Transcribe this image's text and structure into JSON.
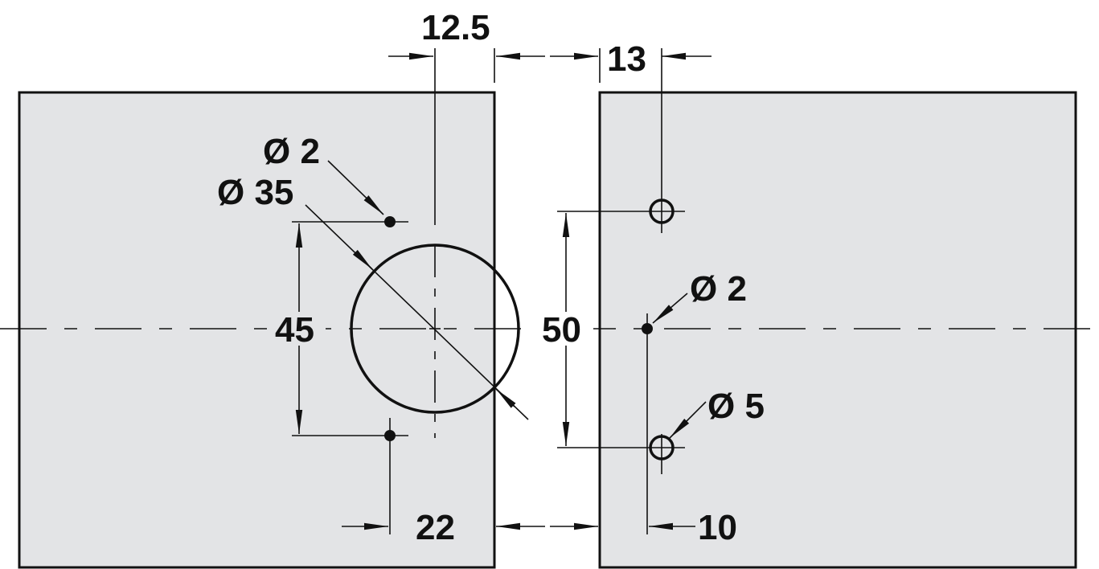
{
  "drawing": {
    "colors": {
      "panel_fill": "#e3e4e6",
      "line": "#111111",
      "background": "#ffffff"
    },
    "dimensions": {
      "top_offset": "12.5",
      "gap": "13",
      "door_hole_diameter_small": "Ø 2",
      "cup_diameter": "Ø 35",
      "door_hole_spacing": "45",
      "plate_hole_spacing": "50",
      "plate_pilot_diameter": "Ø 2",
      "plate_hole_diameter": "Ø 5",
      "cup_edge_distance": "22",
      "plate_edge_distance": "10"
    }
  }
}
